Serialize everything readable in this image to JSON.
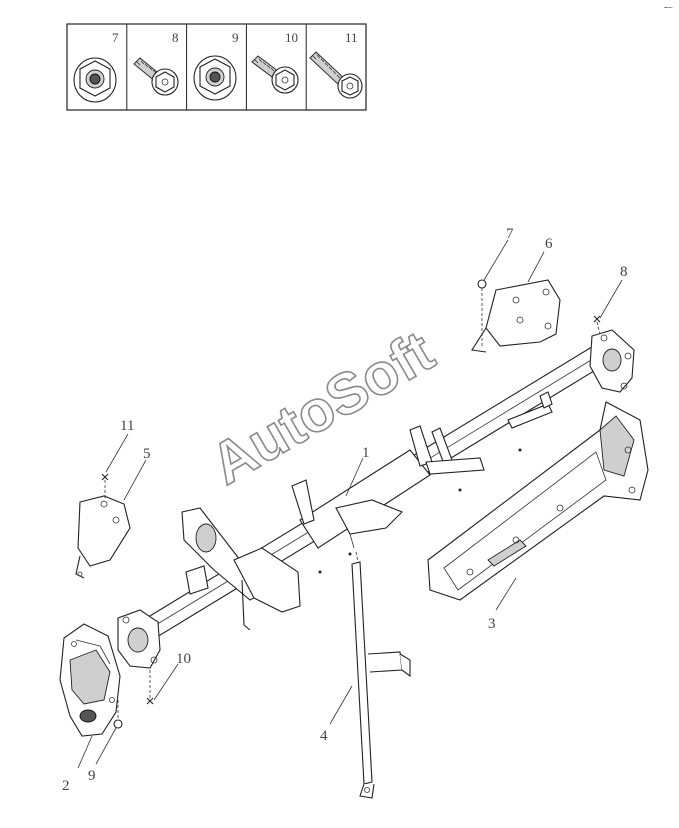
{
  "fastener_table": {
    "cells": [
      {
        "number": "7",
        "icon": "flange-nut-icon"
      },
      {
        "number": "8",
        "icon": "short-bolt-icon"
      },
      {
        "number": "9",
        "icon": "flange-nut-icon"
      },
      {
        "number": "10",
        "icon": "short-bolt-icon"
      },
      {
        "number": "11",
        "icon": "long-bolt-icon"
      }
    ]
  },
  "watermark": "AutoSoft",
  "callouts": {
    "c1": "1",
    "c2": "2",
    "c3": "3",
    "c4": "4",
    "c5": "5",
    "c6": "6",
    "c7": "7",
    "c8": "8",
    "c9": "9",
    "c10": "10",
    "c11": "11"
  },
  "corner_mark": "‐‒"
}
